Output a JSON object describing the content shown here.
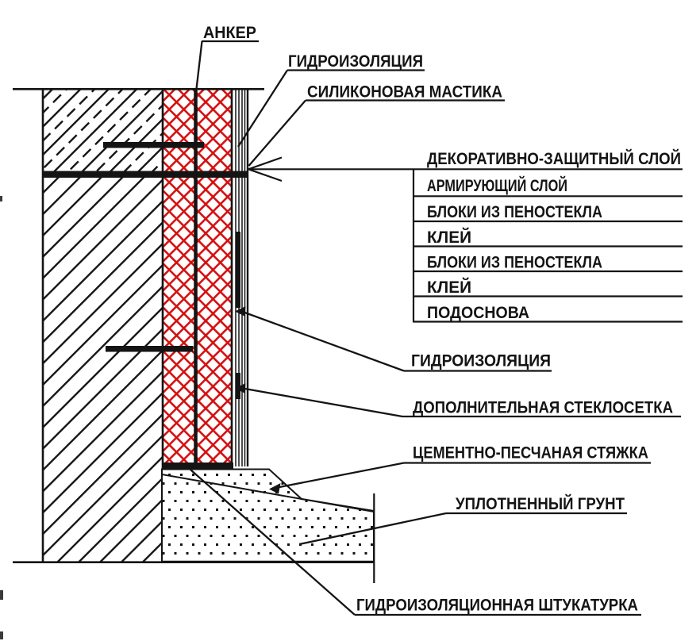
{
  "diagram": {
    "kind": "construction-wall-detail",
    "language": "ru",
    "colors": {
      "line": "#141414",
      "insulation_hatch": "#d41010",
      "background": "#ffffff"
    },
    "callouts": {
      "anchor": "АНКЕР",
      "waterproofing_top": "ГИДРОИЗОЛЯЦИЯ",
      "silicone_mastic": "СИЛИКОНОВАЯ МАСТИКА",
      "waterproofing_side": "ГИДРОИЗОЛЯЦИЯ",
      "additional_glass_mesh": "ДОПОЛНИТЕЛЬНАЯ СТЕКЛОСЕТКА",
      "cement_sand_screed": "ЦЕМЕНТНО-ПЕСЧАНАЯ СТЯЖКА",
      "compacted_soil": "УПЛОТНЕННЫЙ ГРУНТ",
      "waterproofing_plaster": "ГИДРОИЗОЛЯЦИОННАЯ ШТУКАТУРКА"
    },
    "layer_stack": {
      "arrow_label": "ДЕКОРАТИВНО-ЗАЩИТНЫЙ СЛОЙ",
      "rows": [
        "АРМИРУЮЩИЙ СЛОЙ",
        "БЛОКИ ИЗ ПЕНОСТЕКЛА",
        "КЛЕЙ",
        "БЛОКИ ИЗ ПЕНОСТЕКЛА",
        "КЛЕЙ",
        "ПОДОСНОВА"
      ]
    }
  }
}
